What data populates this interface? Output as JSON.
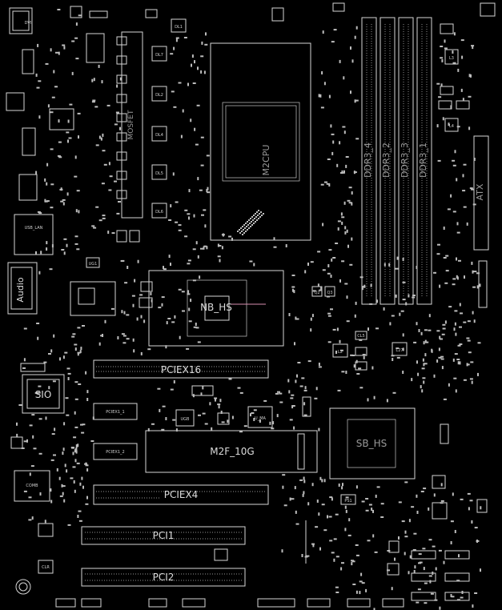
{
  "labels": {
    "cpu": "M2CPU",
    "chipset_nb": "NB_HS",
    "chipset_sb": "SB_HS",
    "ddr1": "DDR3_4",
    "ddr2": "DDR3_2",
    "ddr3": "DDR3_3",
    "ddr4": "DDR3_1",
    "atx": "ATX",
    "pciex16": "PCIEX16",
    "pciex4": "PCIEX4",
    "pci1": "PCI1",
    "pci2": "PCI2",
    "m2": "M2F_10G",
    "sio": "SIO",
    "audio": "Audio",
    "usblan": "USB_LAN",
    "mosfet": "MOSFET",
    "dl7": "DL7",
    "dl2": "DL2",
    "dl4": "DL4",
    "dl5": "DL5",
    "dl6": "DL6",
    "dl1": "DL1",
    "dvi": "DVI",
    "l3": "L3",
    "l4": "L4",
    "l2": "L2",
    "pciex1_1": "PCIEX1_1",
    "pciex1_2": "PCIEX1_2",
    "comb": "COMB",
    "clr": "CLR",
    "ps1": "PS1",
    "ugb": "UGB",
    "uma": "U_MA",
    "q2": "Q2",
    "q3": "Q3",
    "cl5": "CL5",
    "l27": "L27",
    "ug1": "UG1"
  }
}
